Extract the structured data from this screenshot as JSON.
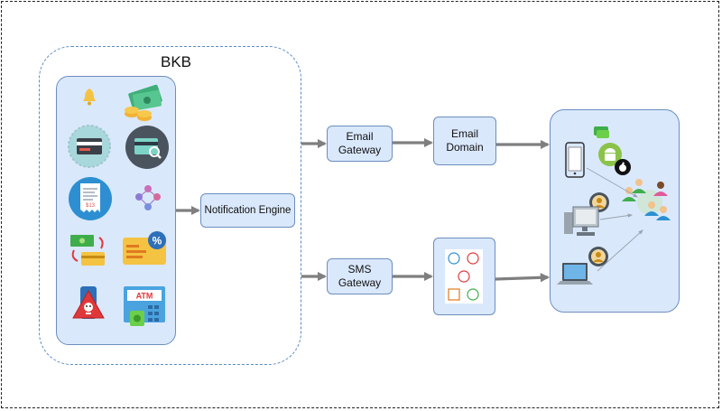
{
  "bkb": {
    "title": "BKB"
  },
  "nodes": {
    "notification_engine": "Notification Engine",
    "email_gateway": "Email\nGateway",
    "email_domain": "Email\nDomain",
    "sms_gateway": "SMS\nGateway"
  },
  "icons": {
    "atm_label": "ATM",
    "receipt_amount": "$13",
    "percent": "%"
  },
  "colors": {
    "box_fill": "#dae8fc",
    "box_stroke": "#6c8ebf",
    "arrow": "#7f7f7f",
    "group_dash": "#5b8ac4"
  }
}
